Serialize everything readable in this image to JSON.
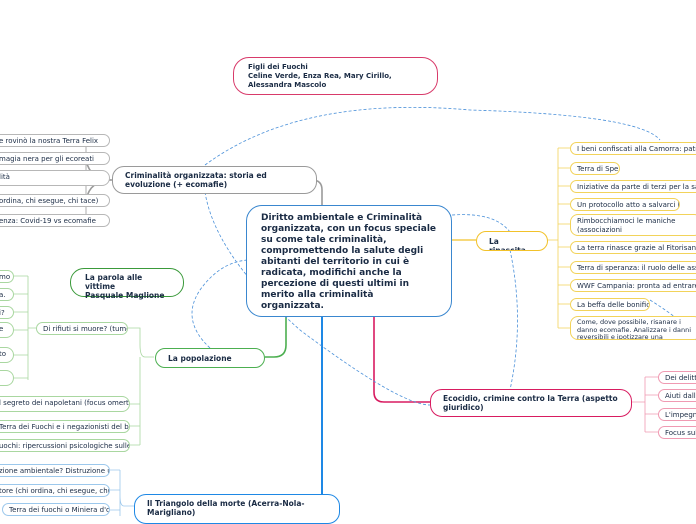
{
  "colors": {
    "grey": "#9a9a9a",
    "green": "#4caf50",
    "blue": "#1e88e5",
    "yellow": "#f2c22a",
    "pink": "#d81b60",
    "dashed": "#4a90d9"
  },
  "title_box": {
    "line1": "Figli dei Fuochi",
    "line2": "Celine Verde, Enza Rea, Mary Cirillo,",
    "line3": "Alessandra Mascolo"
  },
  "central": "Diritto ambientale e Criminalità organizzata, con un focus speciale su come tale criminalità, compromettendo la salute degli abitanti del territorio in cui è radicata, modifichi anche la percezione di questi ultimi in merito alla criminalità organizzata.",
  "criminalita": {
    "label": "Criminalità organizzata: storia ed evoluzione (+ ecomafie)",
    "items": [
      "e rovinò la nostra Terra Felix",
      "magia nera per gli ecoreati",
      "lità",
      "ordina, chi esegue, chi tace)",
      "enza: Covid-19 vs ecomafie"
    ]
  },
  "victims": {
    "line1": "La parola alle vittime",
    "line2": "Pasquale Maglione"
  },
  "popolazione": {
    "label": "La popolazione",
    "sub_label": "Di rifiuti si muore? (tumori)",
    "sub_items": [
      "mo",
      "a.",
      "i?",
      "e",
      "to",
      ""
    ],
    "items": [
      "l segreto dei napoletani (focus omertà,",
      "Terra dei Fuochi e i negazionisti del biocidio",
      "uochi: ripercussioni psicologiche sulle persone"
    ]
  },
  "triangolo": {
    "label": "Il Triangolo della morte (Acerra-Nola-Marigliano)",
    "items": [
      "zione ambientale? Distruzione umana.",
      "tore (chi ordina, chi esegue, chi tace)",
      "Terra dei fuochi o Miniera d'oro ?"
    ]
  },
  "rinascita": {
    "label": "La rinascita",
    "items": [
      "I beni confiscati alla Camorra: patrimonio",
      "Terra di Speranze",
      "Iniziative da parte di terzi per la salvaguar",
      "Un protocollo atto a salvarci la vita",
      "Rimbocchiamoci le maniche (associazioni ambientaliste/volontari)",
      "La terra rinasce grazie al Fitorisanamento",
      "Terra di speranza: il ruolo delle associazio",
      "WWF Campania: pronta ad entrare in azio",
      "La beffa delle bonifiche",
      "Come, dove possibile, risanare i danno ecomafie. Analizzare i danni reversibili e ipotizzare una soluzione, dove possibile"
    ]
  },
  "ecocidio": {
    "label": "Ecocidio, crimine contro la Terra (aspetto giuridico)",
    "items": [
      "Dei delitti c",
      "Aiuti dalla l",
      "L'impegno",
      "Focus sul c"
    ]
  }
}
